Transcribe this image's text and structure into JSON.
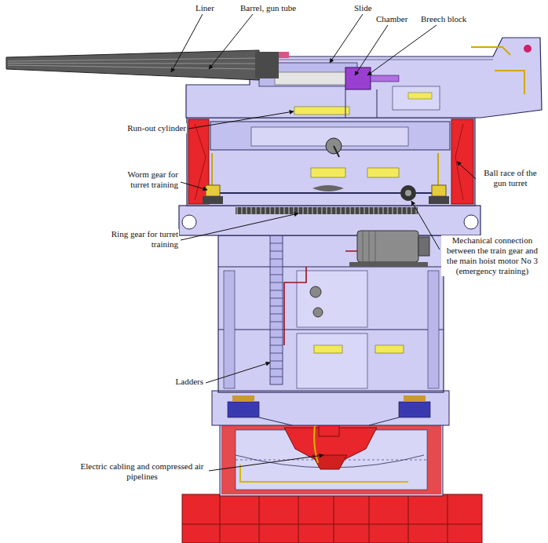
{
  "diagram": {
    "labels": [
      "Liner",
      "Barrel, gun tube",
      "Slide",
      "Chamber",
      "Breech block",
      "Run-out cylinder",
      "Worm gear for turret training",
      "Ball race of the gun turret",
      "Ring gear for turret training",
      "Mechanical connection between the train gear and the main hoist motor No 3 (emergency training)",
      "Ladders",
      "Electric cabling and compressed air pipelines"
    ]
  }
}
